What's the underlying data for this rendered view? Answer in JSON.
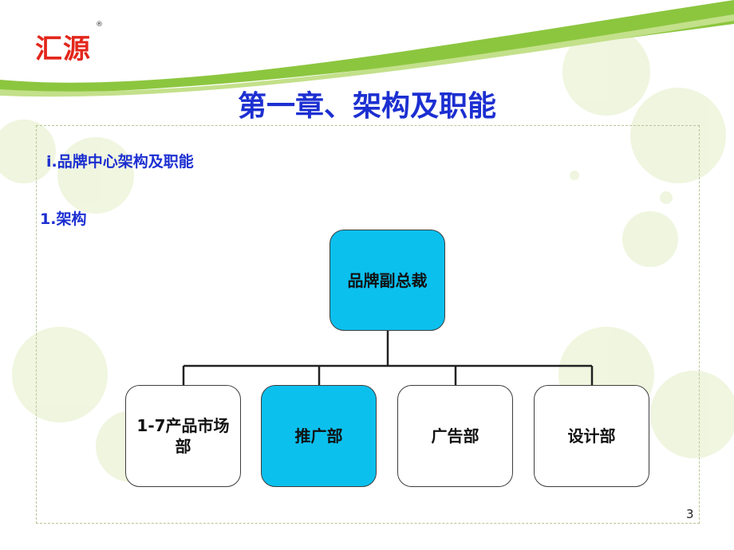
{
  "logo": {
    "text": "汇源",
    "reg": "®"
  },
  "title": "第一章、架构及职能",
  "subheading": "ⅰ.品牌中心架构及职能",
  "section_label": "1.架构",
  "org_chart": {
    "root": "品牌副总裁",
    "children": [
      "1-7产品市场部",
      "推广部",
      "广告部",
      "设计部"
    ]
  },
  "page_number": "3",
  "colors": {
    "title_blue": "#1c2fd1",
    "box_highlight": "#0cc0ee",
    "banner_green": "#8cc63f",
    "logo_red": "#e3261b"
  }
}
